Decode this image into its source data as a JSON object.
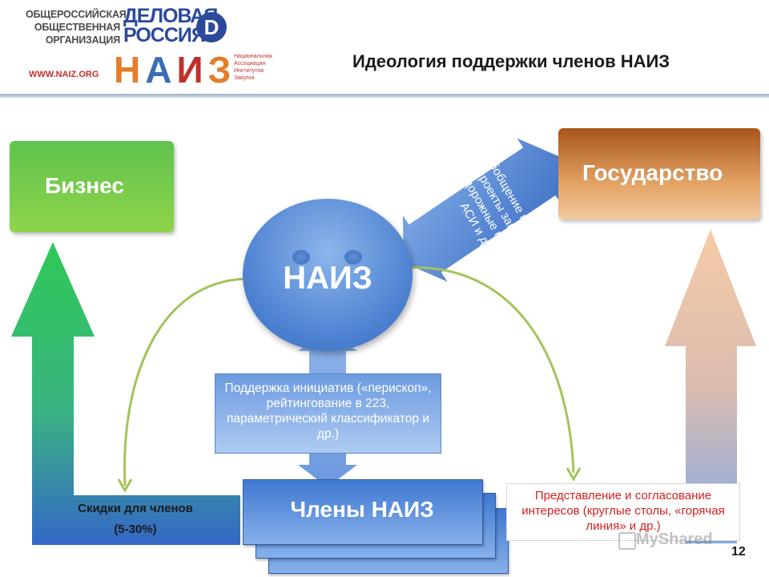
{
  "header": {
    "org_line1": "ОБЩЕРОССИЙСКАЯ",
    "org_line2": "ОБЩЕСТВЕННАЯ",
    "org_line3": "ОРГАНИЗАЦИЯ",
    "delovaya": "ДЕЛОВАЯ",
    "rossiya": "РОССИЯ",
    "website": "WWW.NAIZ.ORG",
    "naiz_logo": "НАИЗ",
    "naiz_sub_line1": "Национальная",
    "naiz_sub_line2": "Ассоциация",
    "naiz_sub_line3": "Институтов",
    "naiz_sub_line4": "Закупок",
    "title": "Идеология поддержки членов НАИЗ"
  },
  "diagram": {
    "business": "Бизнес",
    "state": "Государство",
    "center": "НАИЗ",
    "support": "Поддержка инициатив («перископ», рейтингование в 223, параметрический классификатор и др.)",
    "members": "Члены НАИЗ",
    "discount_line1": "Скидки для членов",
    "discount_line2": "(5-30%)",
    "generalization": "Обобщение практик, проекты законов, дорожные карты АСИ и др.",
    "representation": "Представление и согласование интересов (круглые столы, «горячая линия» и др.)"
  },
  "footer": {
    "watermark": "MyShared",
    "page_number": "12"
  },
  "colors": {
    "business_green": "#5fc34c",
    "state_orange": "#e3a263",
    "naiz_blue": "#4a7fd0",
    "representation_red": "#d21f1f"
  }
}
